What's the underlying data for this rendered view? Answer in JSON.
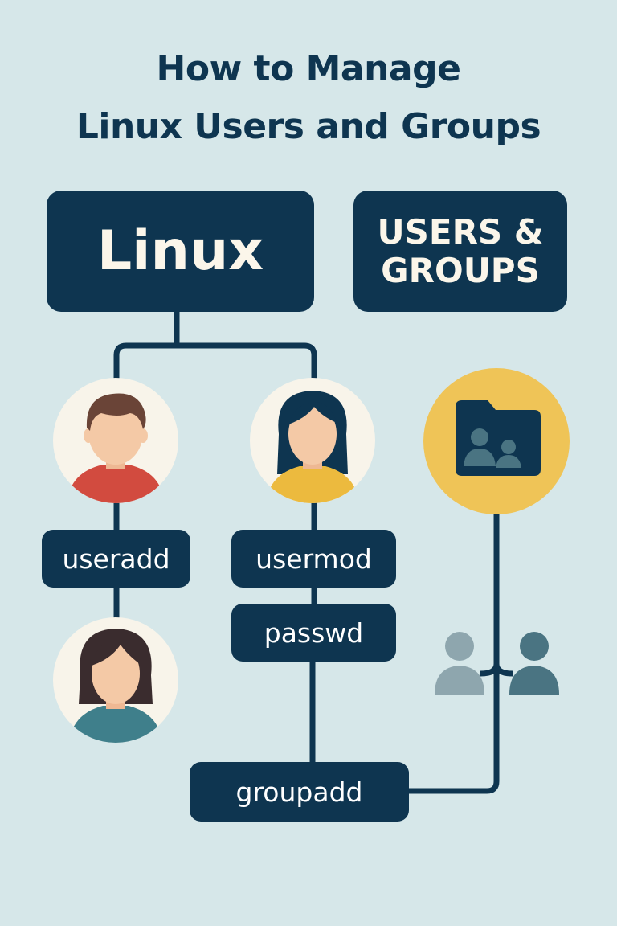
{
  "title": {
    "line1": "How to Manage",
    "line2": "Linux Users and Groups"
  },
  "boxes": {
    "linux": "Linux",
    "users_groups_line1": "USERS &",
    "users_groups_line2": "GROUPS"
  },
  "commands": {
    "useradd": "useradd",
    "usermod": "usermod",
    "passwd": "passwd",
    "groupadd": "groupadd"
  },
  "colors": {
    "background": "#d6e7e9",
    "navy": "#0e3550",
    "box_text": "#fbf6ea",
    "avatar_bg": "#f8f4ea",
    "skin": "#f4c9a6",
    "shirt_red": "#d24b3f",
    "shirt_yellow": "#ecba3e",
    "shirt_teal": "#3f7f8b",
    "group_circle": "#efc457"
  },
  "icons": [
    "male-user-avatar-icon",
    "female-user-avatar-icon",
    "female-user-avatar-icon",
    "group-folder-icon",
    "user-group-icon"
  ]
}
